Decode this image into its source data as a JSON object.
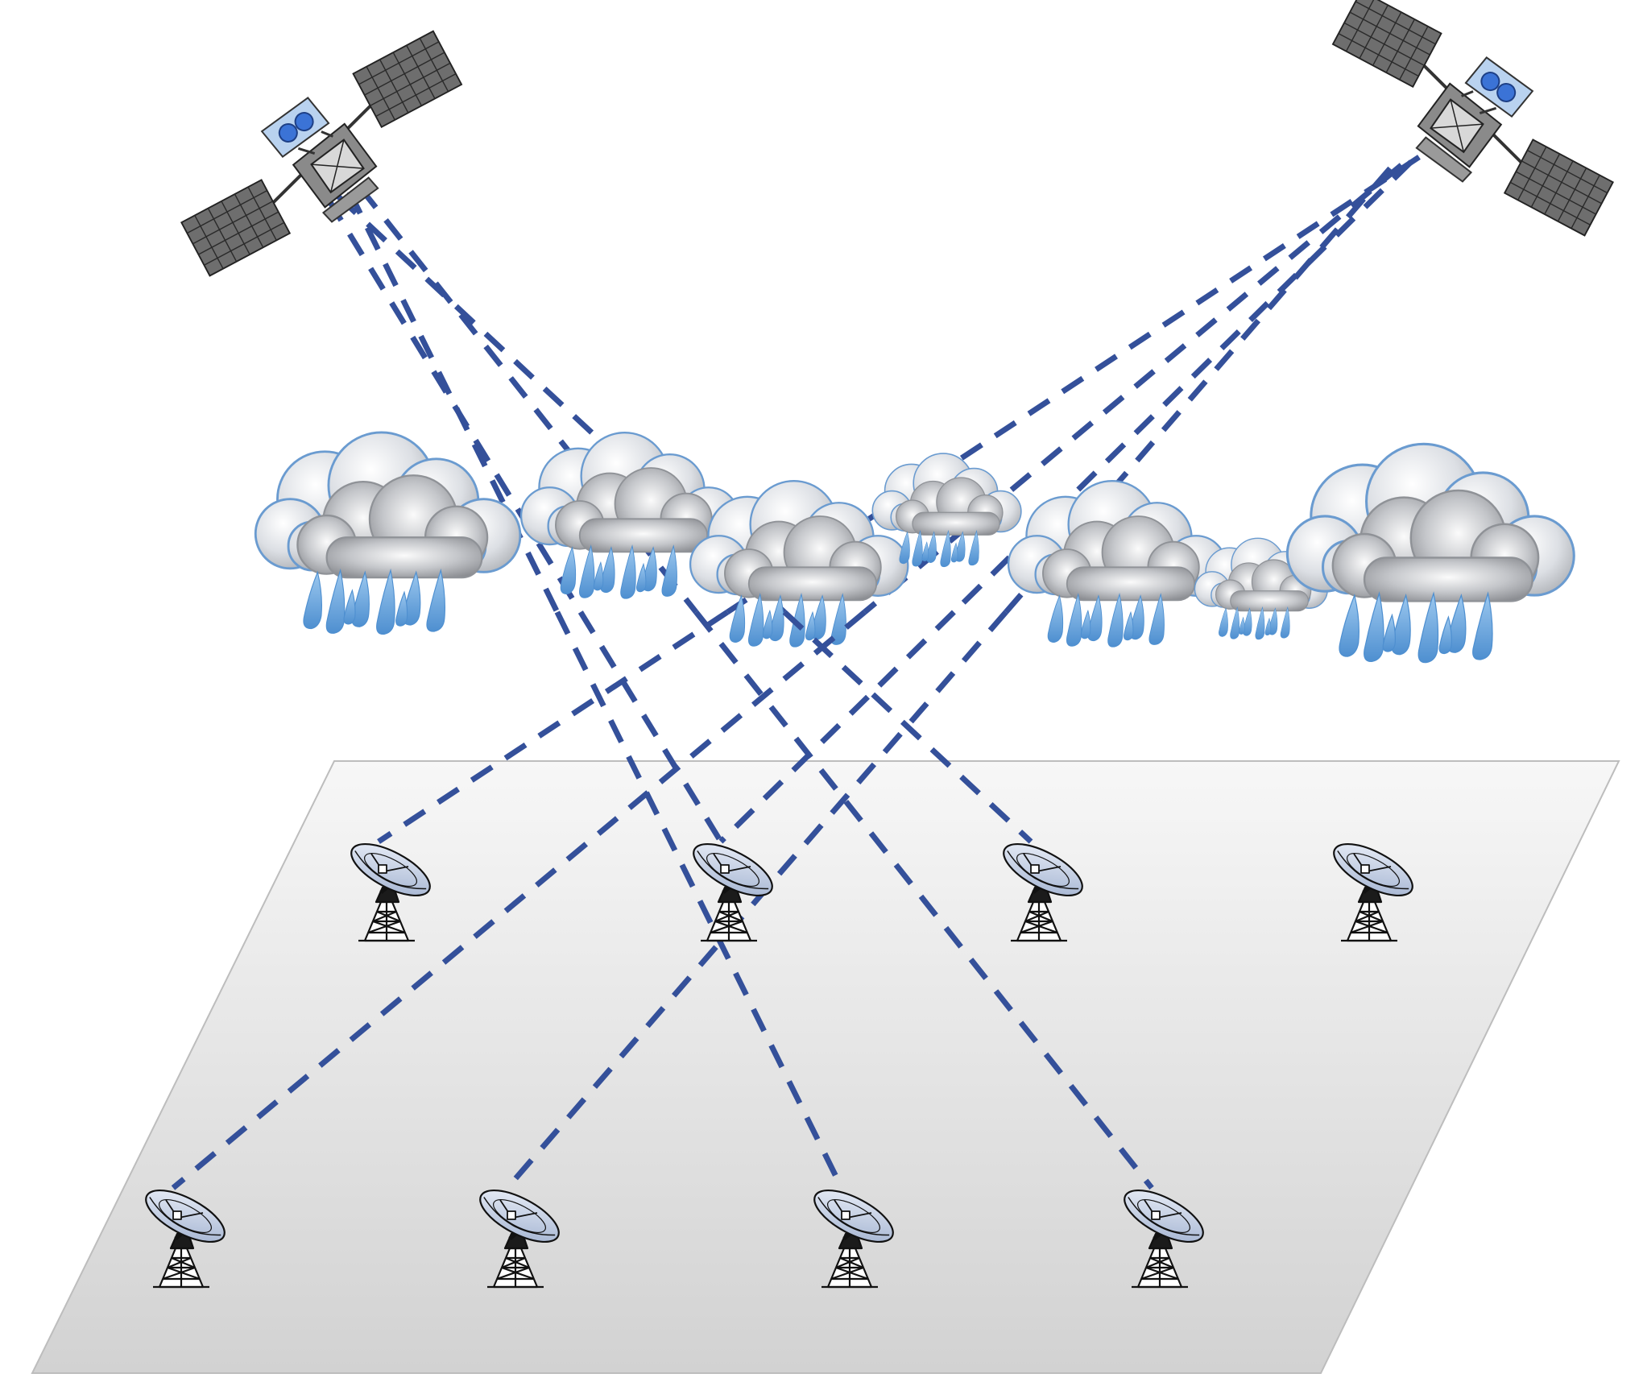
{
  "colors": {
    "background": "#ffffff",
    "link": "#34509a",
    "ground_top": "#f7f7f7",
    "ground_bottom": "#d2d2d2",
    "ground_edge": "#bdbdbd",
    "cloud_light": "#f4f5f7",
    "cloud_dark": "#8d8f93",
    "cloud_outline": "#6a9bd0",
    "rain": "#6fa9dd",
    "panel": "#666666",
    "dish": "#c9d3e6",
    "sat_body": "#b9d2ef",
    "sat_lens": "#3b73d6"
  },
  "diagram": {
    "satellites": [
      {
        "name": "satellite-left",
        "icon": "satellite-icon"
      },
      {
        "name": "satellite-right",
        "icon": "satellite-icon"
      }
    ],
    "clouds": {
      "count": 7,
      "icon": "rain-cloud-icon",
      "kind": "rain cloud"
    },
    "ground_stations": {
      "count": 8,
      "icon": "radio-telescope-icon",
      "rows": 2,
      "per_row": 4
    },
    "links": [
      {
        "from": "satellite-left",
        "to": "station-1"
      },
      {
        "from": "satellite-left",
        "to": "station-2"
      },
      {
        "from": "satellite-left",
        "to": "station-6"
      },
      {
        "from": "satellite-left",
        "to": "station-7"
      },
      {
        "from": "satellite-right",
        "to": "station-0"
      },
      {
        "from": "satellite-right",
        "to": "station-1"
      },
      {
        "from": "satellite-right",
        "to": "station-4"
      },
      {
        "from": "satellite-right",
        "to": "station-5"
      }
    ],
    "link_style": "dashed"
  }
}
